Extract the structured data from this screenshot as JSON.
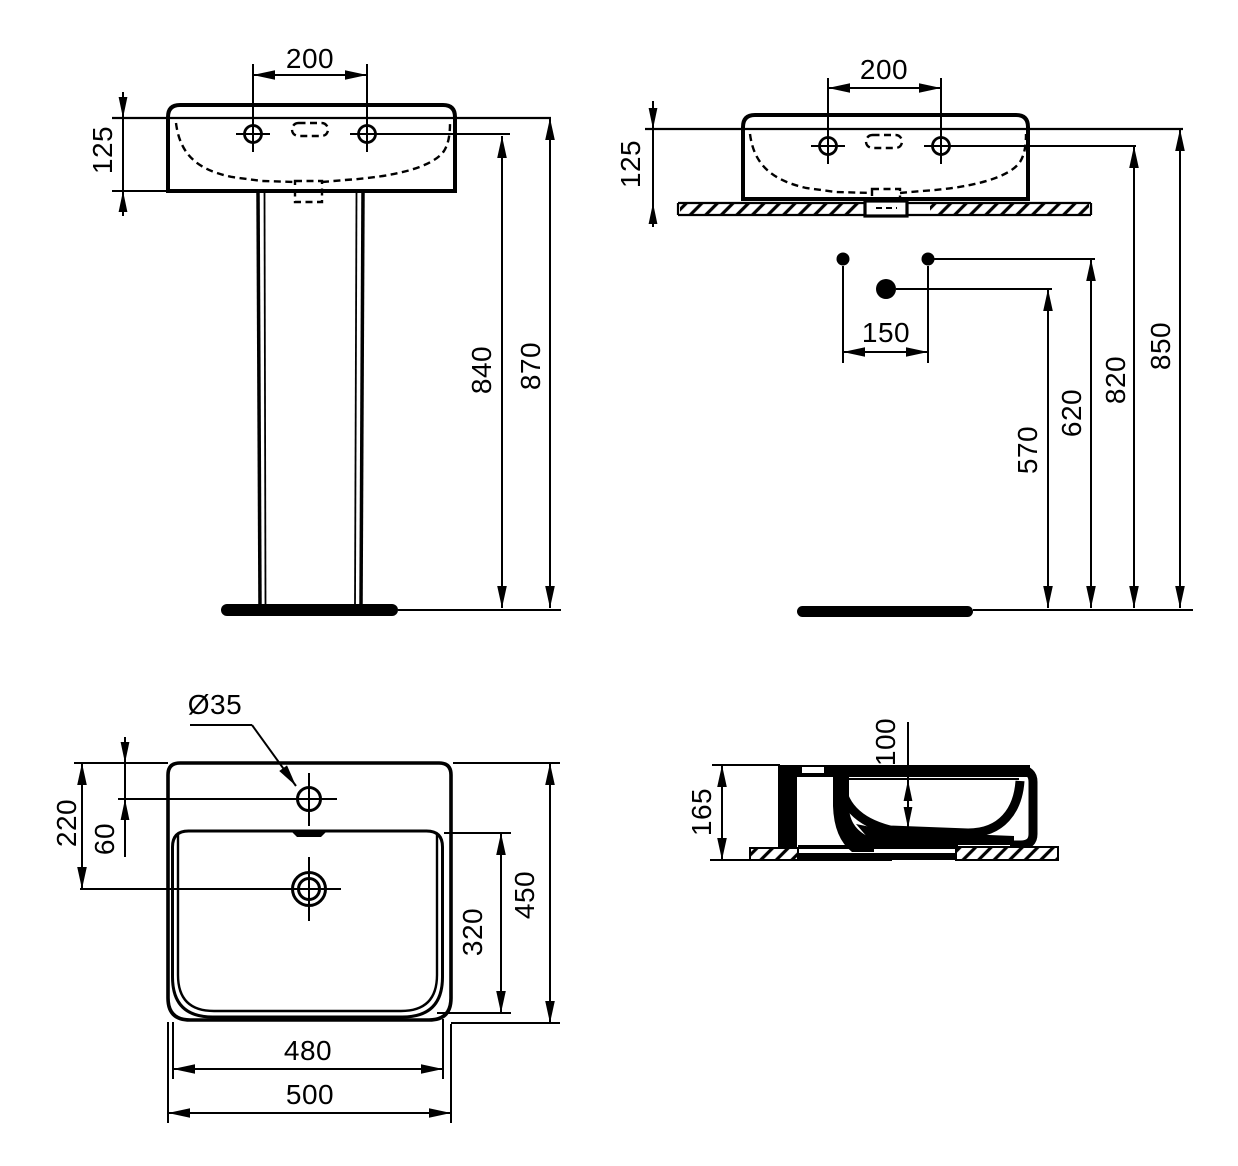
{
  "drawing": {
    "kind": "washbasin technical dimension drawing",
    "line_color": "#000000",
    "background_color": "#ffffff",
    "views": {
      "front_pedestal": {
        "labels": {
          "tap_spacing": "200",
          "rim_to_basin_bottom": "125",
          "tap_holes_height": "840",
          "rim_height": "870"
        }
      },
      "front_wall": {
        "labels": {
          "tap_spacing": "200",
          "rim_to_shelf": "125",
          "drain_offset": "150",
          "drain_height": "570",
          "supply_height": "620",
          "tap_holes_height": "820",
          "rim_height": "850"
        }
      },
      "plan": {
        "labels": {
          "tap_hole_diameter": "Ø35",
          "rear_to_drain": "220",
          "rear_to_tap": "60",
          "basin_depth": "320",
          "total_depth": "450",
          "basin_width": "480",
          "total_width": "500"
        }
      },
      "side": {
        "labels": {
          "total_height": "165",
          "basin_inner_depth": "100"
        }
      }
    }
  }
}
